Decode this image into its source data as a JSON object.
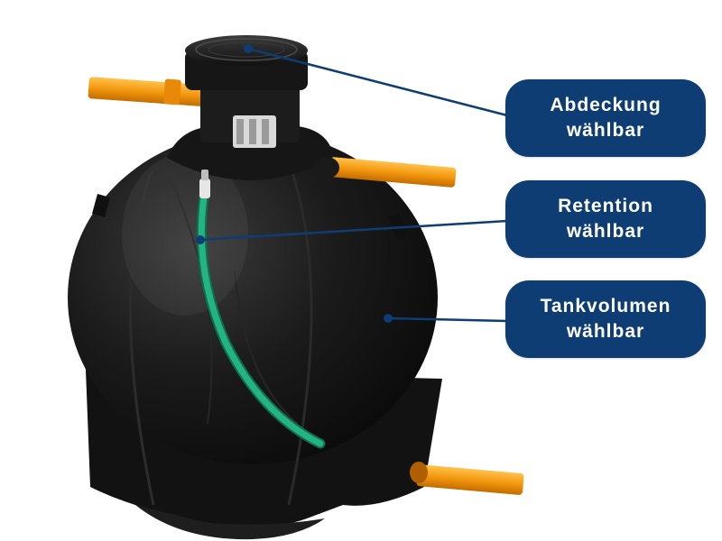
{
  "callouts": {
    "cover": {
      "line1": "Abdeckung",
      "line2": "wählbar"
    },
    "retention": {
      "line1": "Retention",
      "line2": "wählbar"
    },
    "volume": {
      "line1": "Tankvolumen",
      "line2": "wählbar"
    }
  },
  "colors": {
    "callout_bg": "#0d3d73",
    "callout_text": "#ffffff",
    "tank": "#151515",
    "pipe": "#f3980f",
    "hose": "#1fa97a",
    "leader": "#0d3d73"
  },
  "icons": [
    "tank-illustration",
    "manhole-cover-icon",
    "pipe",
    "hose"
  ]
}
